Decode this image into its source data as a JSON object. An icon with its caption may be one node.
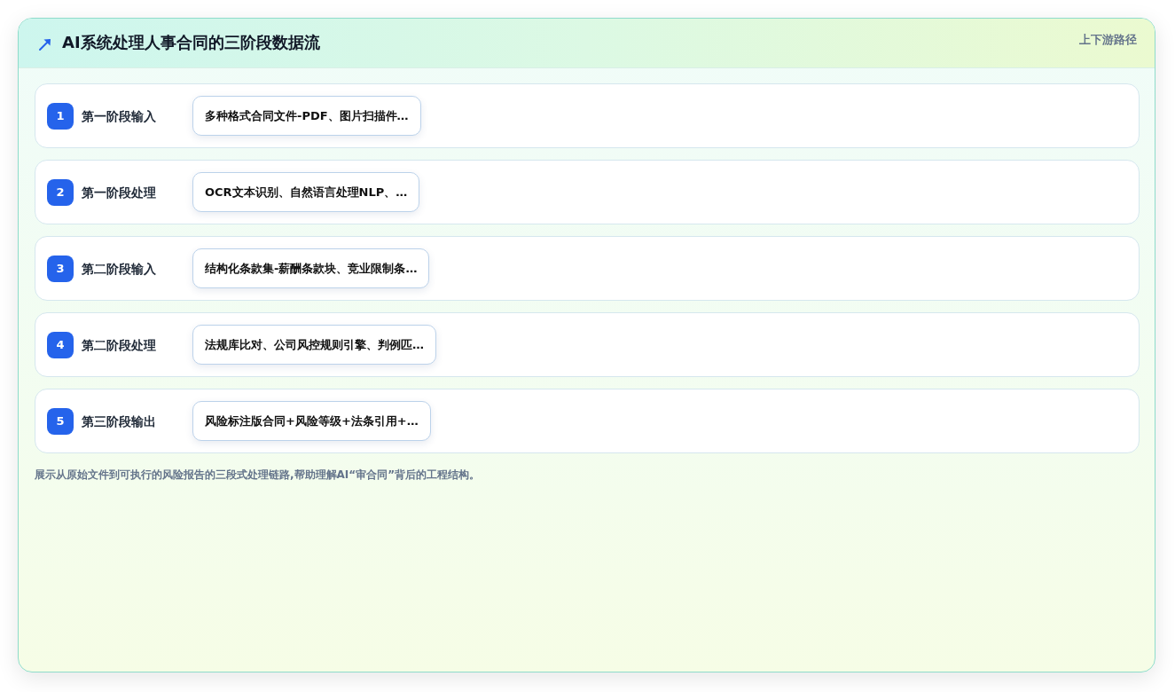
{
  "diagram": {
    "title": "AI系统处理人事合同的三阶段数据流",
    "caption": "展示从原始文件到可执行的风险报告的三段式处理链路,帮助理解AI“审合同”背后的工程结构。",
    "nodes": [
      {
        "text": [
          "第一阶段输入"
        ]
      },
      {
        "text": [
          "1"
        ],
        "in": 0
      },
      {
        "text": [
          "多种格式合同文件-PDF、图片扫描件…"
        ],
        "in": 0
      },
      {
        "text": [
          "第一阶段处理"
        ]
      },
      {
        "text": [
          "2"
        ],
        "in": 3
      },
      {
        "text": [
          "OCR文本识别、自然语言处理NLP、…"
        ],
        "in": 3
      },
      {
        "text": [
          "第二阶段输入"
        ]
      },
      {
        "text": [
          "3"
        ],
        "in": 6
      },
      {
        "text": [
          "结构化条款集-薪酬条款块、竞业限制条…"
        ],
        "in": 6
      },
      {
        "text": [
          "第二阶段处理"
        ]
      },
      {
        "text": [
          "4"
        ],
        "in": 9
      },
      {
        "text": [
          "法规库比对、公司风控规则引擎、判例匹…"
        ],
        "in": 9
      },
      {
        "text": [
          "第三阶段输出"
        ]
      },
      {
        "text": [
          "5"
        ],
        "in": 12
      },
      {
        "text": [
          "风险标注版合同+风险等级+法条引用+…"
        ],
        "in": 12
      }
    ],
    "edges": [],
    "labels": [
      "上下游路径"
    ]
  }
}
